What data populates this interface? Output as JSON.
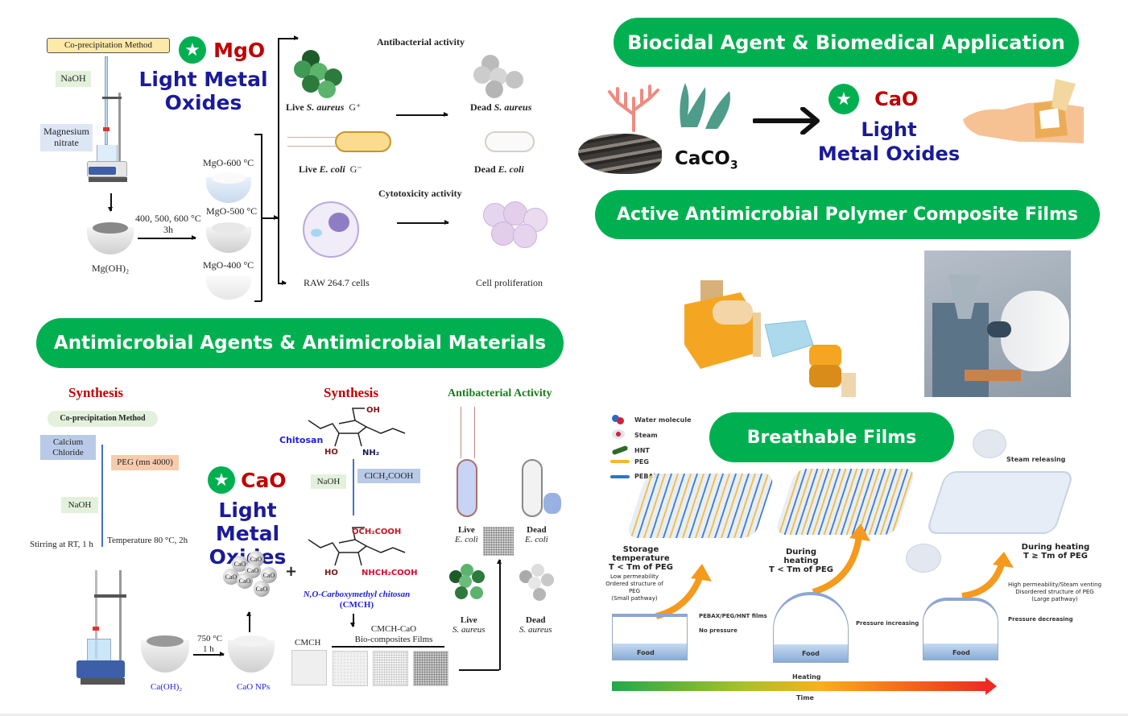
{
  "sections": {
    "mgo": {
      "method_label": "Co-precipitation Method",
      "oxide": "MgO",
      "title_line1": "Light Metal",
      "title_line2": "Oxides",
      "naoh": "NaOH",
      "precursor": "Magnesium nitrate",
      "intermediate": "Mg(OH)₂",
      "conditions_line1": "400, 500, 600 °C",
      "conditions_line2": "3h",
      "products": [
        "MgO-600 °C",
        "MgO-500 °C",
        "MgO-400 °C"
      ],
      "antibacterial_heading": "Antibacterial activity",
      "live_saureus": "Live",
      "live_saureus_species": "S. aureus",
      "gram_pos": "G⁺",
      "dead_saureus": "Dead",
      "dead_saureus_species": "S. aureus",
      "live_ecoli": "Live",
      "live_ecoli_species": "E. coli",
      "gram_neg": "G⁻",
      "dead_ecoli": "Dead",
      "dead_ecoli_species": "E. coli",
      "cytotoxicity_heading": "Cytotoxicity activity",
      "cells": "RAW 264.7 cells",
      "cell_result": "Cell proliferation"
    },
    "biocidal": {
      "banner": "Biocidal Agent & Biomedical Application",
      "source": "CaCO",
      "source_sub": "3",
      "oxide": "CaO",
      "title_line1": "Light",
      "title_line2": "Metal Oxides"
    },
    "films": {
      "banner": "Active Antimicrobial Polymer Composite Films"
    },
    "antimicrobial": {
      "banner": "Antimicrobial Agents & Antimicrobial Materials",
      "synthesis1": "Synthesis",
      "method_label": "Co-precipitation Method",
      "precursor": "Calcium Chloride",
      "peg": "PEG (mn 4000)",
      "naoh": "NaOH",
      "stirring": "Stirring at RT, 1 h",
      "temperature": "Temperature  80 °C, 2h",
      "intermediate": "Ca(OH)₂",
      "calc_line1": "750 °C",
      "calc_line2": "1 h",
      "product": "CaO NPs",
      "oxide": "CaO",
      "title_line1": "Light Metal",
      "title_line2": "Oxides",
      "nanoparticle_label": "CaO",
      "plus": "+",
      "synthesis2": "Synthesis",
      "chitosan": "Chitosan",
      "naoh2": "NaOH",
      "reagent": "ClCH₂COOH",
      "oh": "OH",
      "ho": "HO",
      "nh2": "NH₂",
      "och2cooh": "OCH₂COOH",
      "nhch2cooh": "NHCH₂COOH",
      "cmch_line1": "N,O-Carboxymethyl chitosan",
      "cmch_line2": "(CMCH)",
      "film_cmch": "CMCH",
      "film_composite_line1": "CMCH-CaO",
      "film_composite_line2": "Bio-composites Films",
      "activity_heading": "Antibacterial Activity",
      "live_ecoli": "Live",
      "live_ecoli_species": "E. coli",
      "dead_ecoli": "Dead",
      "dead_ecoli_species": "E. coli",
      "live_saureus": "Live",
      "live_saureus_species": "S. aureus",
      "dead_saureus": "Dead",
      "dead_saureus_species": "S. aureus"
    },
    "breathable": {
      "banner": "Breathable Films",
      "legend": [
        "Water molecule",
        "Steam",
        "HNT",
        "PEG",
        "PEBAX"
      ],
      "stage1_title": "Storage temperature",
      "stage1_cond": "T < Tm of PEG",
      "stage1_note1": "Low permeability",
      "stage1_note2": "Ordered structure of PEG",
      "stage1_note3": "(Small pathway)",
      "film_label": "PEBAX/PEG/HNT films",
      "no_pressure": "No pressure",
      "food": "Food",
      "stage2_title": "During heating",
      "stage2_cond": "T < Tm of PEG",
      "pressure_inc": "Pressure increasing",
      "stage3_title": "During heating",
      "stage3_cond": "T ≥ Tm of PEG",
      "stage3_note1": "High permeability/Steam venting",
      "stage3_note2": "Disordered structure of PEG",
      "stage3_note3": "(Large pathway)",
      "pressure_dec": "Pressure decreasing",
      "steam_releasing": "Steam releasing",
      "heating": "Heating",
      "time": "Time"
    }
  },
  "colors": {
    "banner_green": "#00b050",
    "oxide_red": "#c00000",
    "title_navy": "#1a1a9a",
    "synthesis_red": "#c00000",
    "activity_green": "#1a7a1a",
    "blue_text": "#2020e0"
  }
}
